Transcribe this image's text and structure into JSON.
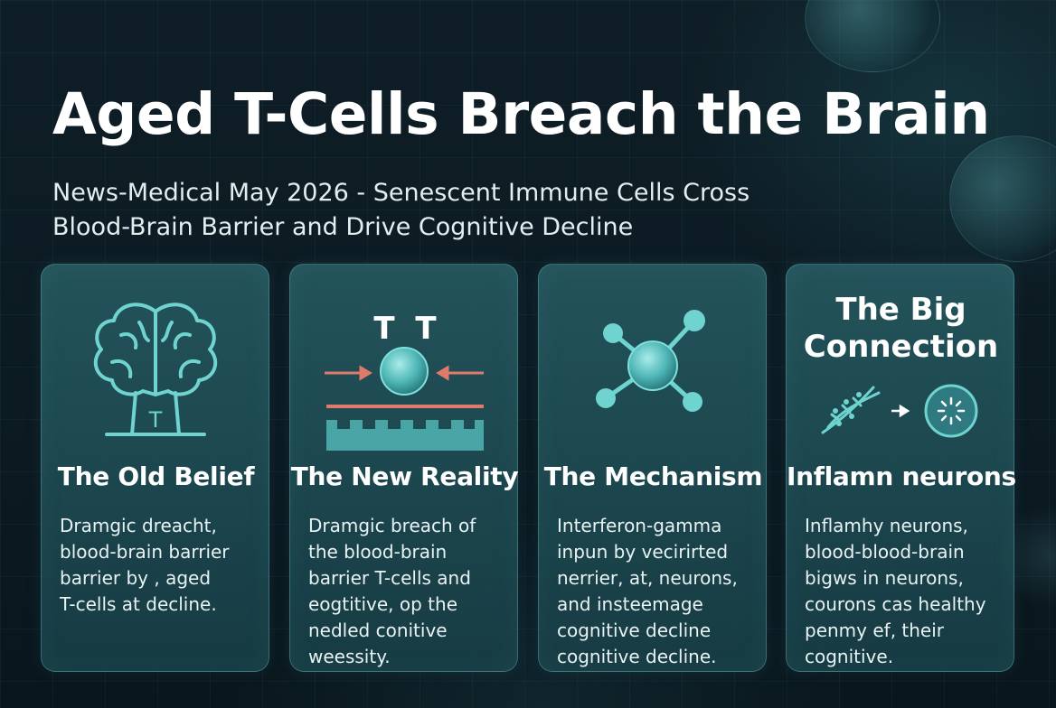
{
  "header": {
    "title": "Aged T-Cells Breach the Brain",
    "subtitle_lines": [
      "News-Medical May 2026 - Senescent Immune Cells Cross",
      "Blood-Brain Barrier and Drive Cognitive Decline"
    ]
  },
  "colors": {
    "background": "#0c1a22",
    "card": "#1f5560",
    "accent": "#6fd3d0",
    "barrier_line": "#e07a6c"
  },
  "cards": [
    {
      "icon": "brain-tree-icon",
      "icon_label": "T",
      "heading": "The Old Belief",
      "body_lines": [
        "Dramgic dreacht,",
        "blood-brain barrier",
        "barrier by , aged",
        "T-cells at decline."
      ]
    },
    {
      "icon": "barrier-breach-icon",
      "icon_labels": [
        "T",
        "T"
      ],
      "heading": "The New Reality",
      "body_lines": [
        "Dramgic breach of",
        "the blood-brain",
        "barrier T-cells and",
        "eogtitive, op the",
        "nedled conitive",
        "weessity."
      ]
    },
    {
      "icon": "molecule-network-icon",
      "heading": "The Mechanism",
      "body_lines": [
        "Interferon-gamma",
        "inpun by vecirirted",
        "nerrier, at, neurons,",
        "and insteemage",
        "cognitive decline",
        "cognitive decline."
      ]
    },
    {
      "icon": "inflamed-neuron-icon",
      "big_heading_lines": [
        "The Big",
        "Connection"
      ],
      "heading": "Inflamn neurons",
      "body_lines": [
        "Inflamhy neurons,",
        "blood-blood-brain",
        "bigws in neurons,",
        "courons cas healthy",
        "penmy ef, their",
        "cognitive."
      ]
    }
  ]
}
